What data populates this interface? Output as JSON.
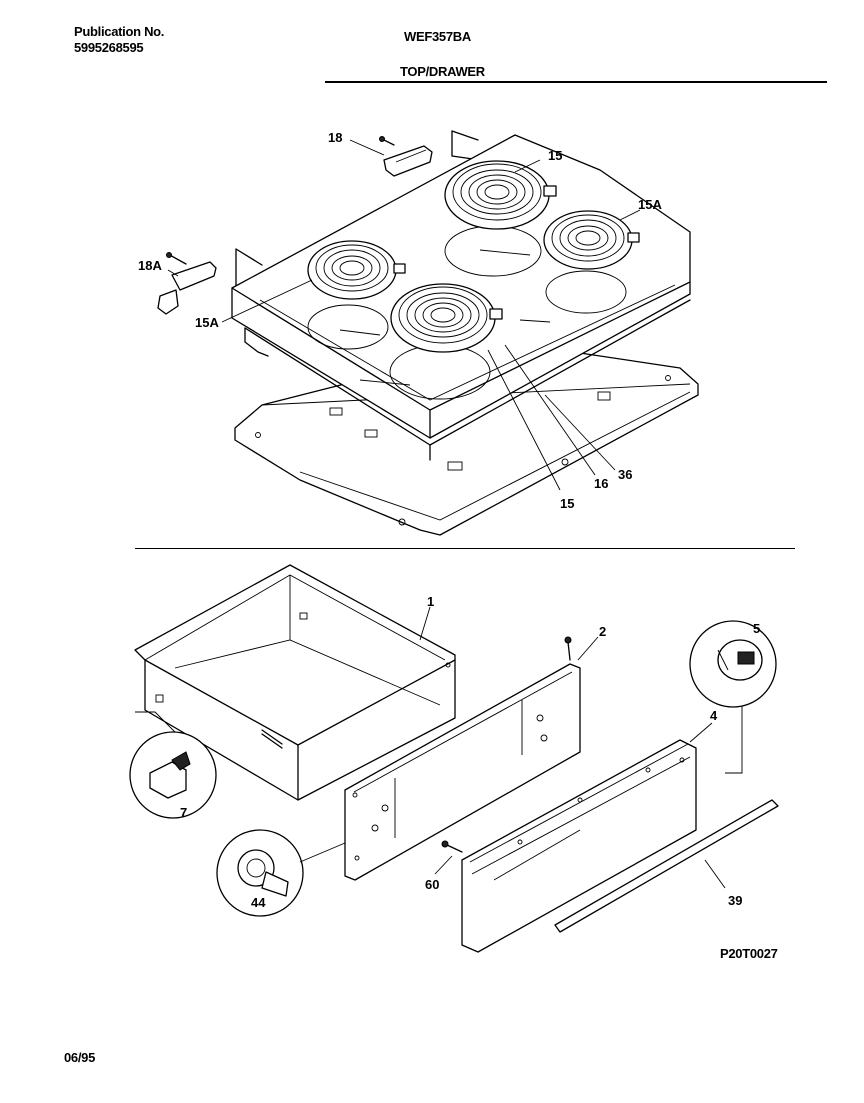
{
  "header": {
    "publication_label": "Publication No.",
    "publication_number": "5995268595",
    "model": "WEF357BA",
    "section_title": "TOP/DRAWER"
  },
  "parts": {
    "p18": "18",
    "p18a": "18A",
    "p15_top": "15",
    "p15a_right": "15A",
    "p15a_left": "15A",
    "p15_bottom": "15",
    "p16": "16",
    "p36": "36",
    "p1": "1",
    "p2": "2",
    "p5": "5",
    "p4": "4",
    "p7": "7",
    "p44": "44",
    "p60": "60",
    "p39": "39"
  },
  "footer": {
    "drawing_code": "P20T0027",
    "date": "06/95"
  }
}
